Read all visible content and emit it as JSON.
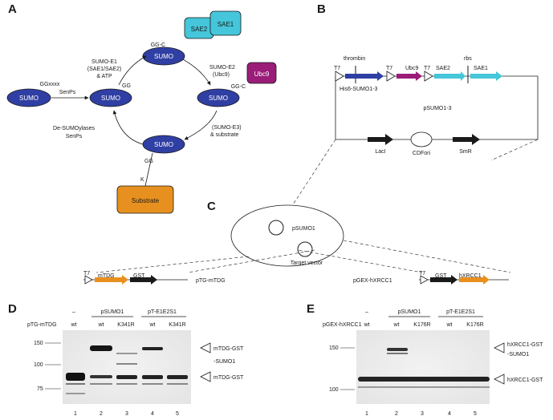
{
  "panels": {
    "A": {
      "letter": "A",
      "sumo": "SUMO",
      "tags": {
        "ggxxxx": "GGxxxx",
        "gg": "GG",
        "ggc": "GG-C",
        "k": "K"
      },
      "arrows": {
        "senps": "SenPs",
        "e1": [
          "SUMO-E1",
          "(SAE1/SAE2)",
          "& ATP"
        ],
        "e2": [
          "SUMO-E2",
          "(Ubc9)"
        ],
        "e3": [
          "(SUMO-E3)",
          "& substrate"
        ],
        "desumo": [
          "De-SUMOylases",
          "SenPs"
        ]
      },
      "proteins": {
        "sae2": "SAE2",
        "sae1": "SAE1",
        "ubc9": "Ubc9",
        "substrate": "Substrate"
      }
    },
    "B": {
      "letter": "B",
      "labels": {
        "t7": "T7",
        "thrombin": "thrombin",
        "his": "His6-SUMO1-3",
        "ubc9": "Ubc9",
        "sae2": "SAE2",
        "rbs": "rbs",
        "sae1": "SAE1",
        "plasmid": "pSUMO1-3",
        "laci": "LacI",
        "cdfori": "CDFori",
        "smr": "SmR"
      }
    },
    "C": {
      "letter": "C",
      "psumo": "pSUMO1",
      "target": "Target vector",
      "left": {
        "t7": "T7",
        "gene": "mTDG",
        "gst": "GST",
        "plasmid": "pTG-mTDG"
      },
      "right": {
        "t7": "T7",
        "gst": "GST",
        "gene": "hXRCC1",
        "plasmid": "pGEX-hXRCC1"
      }
    },
    "D": {
      "letter": "D",
      "row_label": "pTG-mTDG",
      "dash": "–",
      "group1": "pSUMO1",
      "group2": "pT-E1E2S1",
      "lanes": [
        "wt",
        "wt",
        "K341R",
        "wt",
        "K341R"
      ],
      "lane_numbers": [
        "1",
        "2",
        "3",
        "4",
        "5"
      ],
      "markers": [
        "150",
        "100",
        "75"
      ],
      "band_labels": [
        "mTDG-GST",
        "-SUMO1",
        "mTDG-GST"
      ]
    },
    "E": {
      "letter": "E",
      "row_label": "pGEX-hXRCC1",
      "dash": "–",
      "group1": "pSUMO1",
      "group2": "pT-E1E2S1",
      "lanes": [
        "wt",
        "wt",
        "K176R",
        "wt",
        "K176R"
      ],
      "lane_numbers": [
        "1",
        "2",
        "3",
        "4",
        "5"
      ],
      "markers": [
        "150",
        "100"
      ],
      "band_labels": [
        "hXRCC1-GST",
        "-SUMO1",
        "hXRCC1-GST"
      ]
    }
  },
  "colors": {
    "sumo": "#2f3fa3",
    "sae": "#45c6da",
    "ubc9": "#9a1d78",
    "substrate": "#e8901f",
    "his": "#2f3fa3"
  }
}
